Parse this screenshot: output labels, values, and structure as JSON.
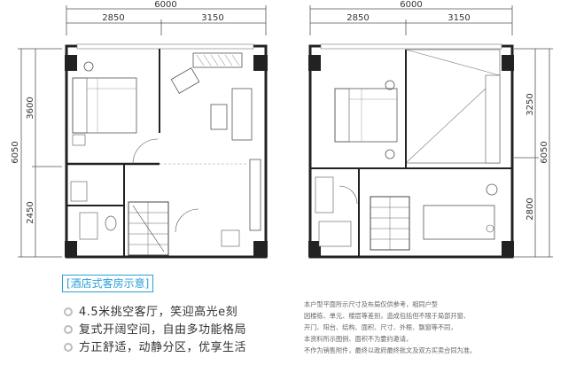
{
  "plan_left": {
    "top_total": "6000",
    "top_left": "2850",
    "top_right": "3150",
    "side_total": "6050",
    "side_upper": "3600",
    "side_lower": "2450"
  },
  "plan_right": {
    "top_total": "6000",
    "top_left": "2850",
    "top_right": "3150",
    "side_total": "6050",
    "side_upper": "3250",
    "side_lower": "2800"
  },
  "title": "[酒店式客房示意]",
  "features": [
    "4.5米挑空客厅，笑迎高光e刻",
    "复式开阔空间，自由多功能格局",
    "方正舒适，动静分区，优享生活"
  ],
  "note_lines": [
    "本户型平面所示尺寸及布局仅供参考，相同户型",
    "因楼栋、单元、楼层等差别，造成包括但不限于局部开窗、",
    "开门、阳台、结构、面积、尺寸、外框、飘窗等不同，",
    "本资料所示图例、面积不为要约邀请，",
    "不作为销售附件，最终以政府最终批文及双方买卖合同为准。"
  ],
  "colors": {
    "accent": "#2a9fd6",
    "wall": "#222222",
    "line": "#888888"
  }
}
